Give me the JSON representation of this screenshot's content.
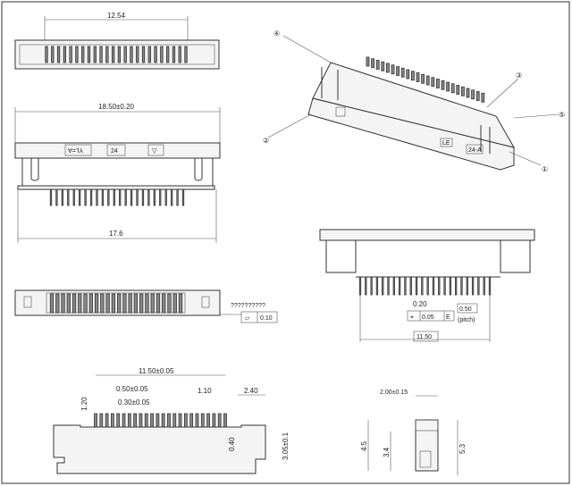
{
  "top_view": {
    "width_dim": "12.54"
  },
  "front_view": {
    "overall_dim": "18.50±0.20",
    "base_dim": "17.6",
    "marks": [
      "∀=⅂⅄",
      "24",
      "▽"
    ]
  },
  "bottom_view": {
    "note": "??????????",
    "flatness_symbol": "▱",
    "flatness_value": "0.10"
  },
  "isometric_view": {
    "callouts": [
      "①",
      "②",
      "③",
      "④",
      "⑤"
    ],
    "body_marks": [
      "LE",
      "24-A"
    ]
  },
  "rear_view": {
    "pin_width": "0.20",
    "position_symbol": "⌖",
    "position_tol": "0.05",
    "datum": "E",
    "pitch_value": "0.50",
    "pitch_label": "(pitch)",
    "span": "11.50"
  },
  "section_view": {
    "span": "11.50±0.05",
    "pitch": "0.50±0.05",
    "pin_width": "0.30±0.05",
    "edge": "1.10",
    "side_width": "2.40",
    "pin_height": "1.20",
    "standoff": "0.40",
    "height": "3.05±0.1"
  },
  "side_view": {
    "width": "2.00±0.15",
    "h1": "4.5",
    "h2": "3.4",
    "h3": "5.3"
  },
  "pin_count": 24
}
